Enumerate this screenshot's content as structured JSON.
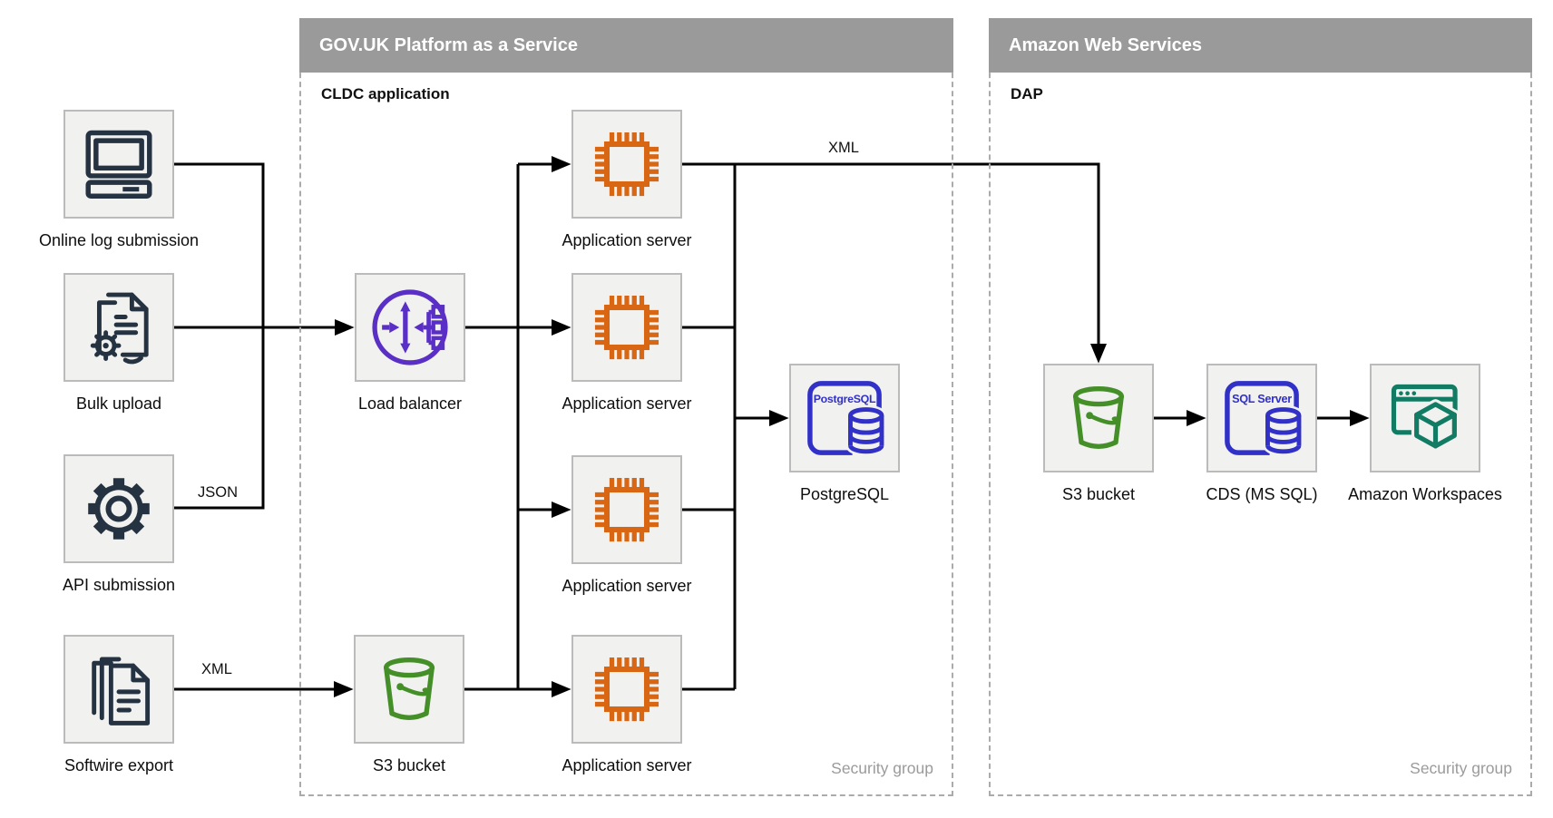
{
  "diagram": {
    "containers": {
      "paas": {
        "title": "GOV.UK Platform as a Service",
        "sublabel": "CLDC application",
        "footer": "Security group"
      },
      "aws": {
        "title": "Amazon Web Services",
        "sublabel": "DAP",
        "footer": "Security group"
      }
    },
    "nodes": {
      "online_log": {
        "label": "Online log submission",
        "icon": "computer-icon"
      },
      "bulk_upload": {
        "label": "Bulk upload",
        "icon": "document-gear-icon"
      },
      "api_submission": {
        "label": "API submission",
        "icon": "gear-icon"
      },
      "softwire_export": {
        "label": "Softwire export",
        "icon": "document-stack-icon"
      },
      "load_balancer": {
        "label": "Load balancer",
        "icon": "load-balancer-icon"
      },
      "s3_paas": {
        "label": "S3 bucket",
        "icon": "s3-bucket-icon"
      },
      "app_server_1": {
        "label": "Application server",
        "icon": "chip-icon"
      },
      "app_server_2": {
        "label": "Application server",
        "icon": "chip-icon"
      },
      "app_server_3": {
        "label": "Application server",
        "icon": "chip-icon"
      },
      "app_server_4": {
        "label": "Application server",
        "icon": "chip-icon"
      },
      "postgresql": {
        "label": "PostgreSQL",
        "icon": "postgresql-icon",
        "icon_text": "PostgreSQL"
      },
      "s3_aws": {
        "label": "S3 bucket",
        "icon": "s3-bucket-icon"
      },
      "cds": {
        "label": "CDS (MS SQL)",
        "icon": "sql-server-icon",
        "icon_text": "SQL Server"
      },
      "workspaces": {
        "label": "Amazon Workspaces",
        "icon": "workspaces-icon"
      }
    },
    "edge_labels": {
      "json": "JSON",
      "xml_export": "XML",
      "xml_transfer": "XML"
    },
    "colors": {
      "ink_navy": "#253241",
      "orange": "#D86613",
      "purple": "#5A2FC6",
      "green": "#458F29",
      "blue": "#3130C7",
      "teal": "#117C63",
      "header_gray": "#9A9A9A",
      "muted_gray": "#9B9B9B",
      "box_fill": "#F1F1EF",
      "box_border": "#BBBBBB",
      "dashed_border": "#ABABAB",
      "line": "#000000"
    }
  }
}
